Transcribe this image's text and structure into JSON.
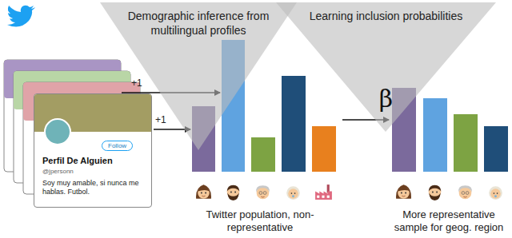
{
  "diagram": {
    "nodes": [
      {
        "text": [
          "Perfil De Alguien",
          "@jpersonn",
          "Soy muy amable, si nunca me hablas. Futbol."
        ]
      },
      {
        "text": [
          "Follow"
        ],
        "in": 0
      },
      {
        "text": [
          "Demographic inference from multilingual profiles"
        ]
      },
      {
        "text": [
          "Learning inclusion probabilities",
          "β"
        ]
      }
    ],
    "labels": [
      "+1",
      "+1",
      "Twitter population, non-representative",
      "More representative sample for geog. region"
    ]
  }
}
